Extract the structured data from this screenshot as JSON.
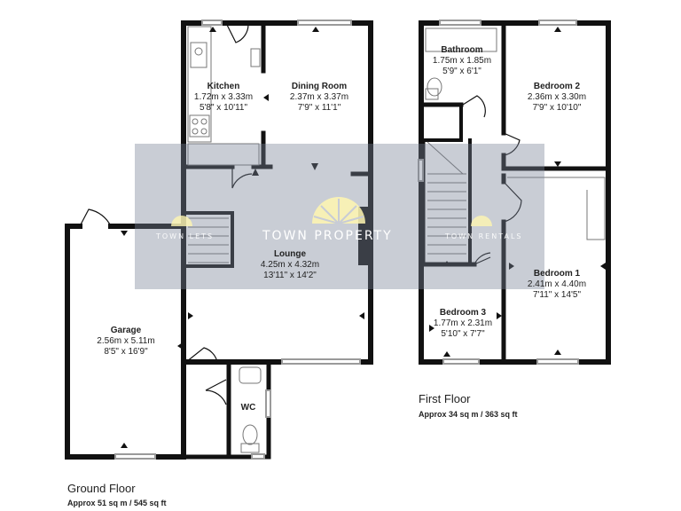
{
  "rooms": {
    "kitchen": {
      "name": "Kitchen",
      "metric": "1.72m x 3.33m",
      "imperial": "5'8\" x 10'11\""
    },
    "dining": {
      "name": "Dining Room",
      "metric": "2.37m x 3.37m",
      "imperial": "7'9\" x 11'1\""
    },
    "lounge": {
      "name": "Lounge",
      "metric": "4.25m x 4.32m",
      "imperial": "13'11\" x 14'2\""
    },
    "garage": {
      "name": "Garage",
      "metric": "2.56m x 5.11m",
      "imperial": "8'5\" x 16'9\""
    },
    "wc": {
      "name": "WC"
    },
    "bathroom": {
      "name": "Bathroom",
      "metric": "1.75m x 1.85m",
      "imperial": "5'9\" x 6'1\""
    },
    "bedroom2": {
      "name": "Bedroom 2",
      "metric": "2.36m x 3.30m",
      "imperial": "7'9\" x 10'10\""
    },
    "bedroom1": {
      "name": "Bedroom 1",
      "metric": "2.41m x 4.40m",
      "imperial": "7'11\" x 14'5\""
    },
    "bedroom3": {
      "name": "Bedroom 3",
      "metric": "1.77m x 2.31m",
      "imperial": "5'10\" x 7'7\""
    }
  },
  "floors": {
    "ground": {
      "title": "Ground Floor",
      "area": "Approx 51 sq m / 545 sq ft"
    },
    "first": {
      "title": "First Floor",
      "area": "Approx 34 sq m / 363 sq ft"
    }
  },
  "watermark": {
    "main": "TOWN PROPERTY",
    "left": "TOWN LETS",
    "right": "TOWN RENTALS",
    "logo_color": "#fff6b0",
    "band_color": "#8a93a5"
  },
  "colors": {
    "wall": "#111111",
    "window": "#9a9a9a",
    "fixture": "#777777"
  }
}
